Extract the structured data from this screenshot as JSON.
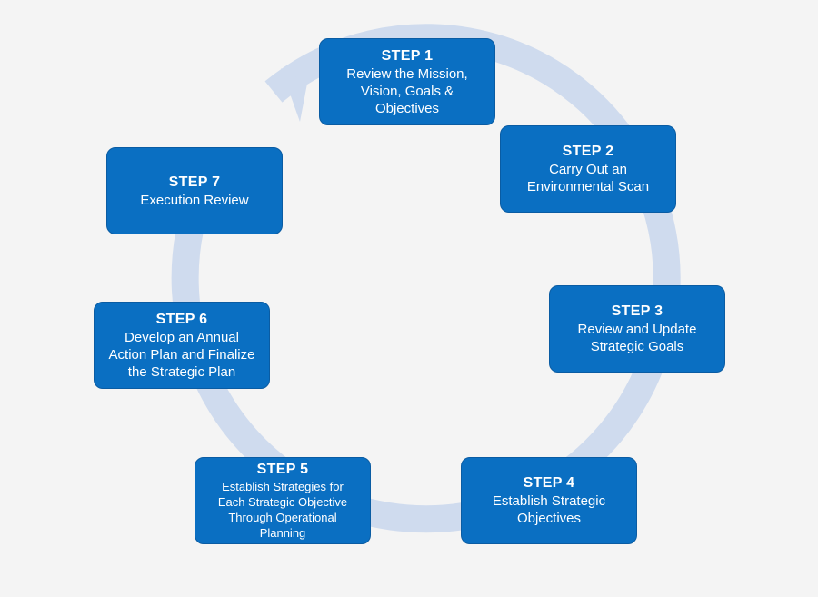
{
  "colors": {
    "background": "#f4f4f4",
    "step_box": "#0a6fc2",
    "ring": "#cfdbee"
  },
  "steps": [
    {
      "title": "STEP 1",
      "desc": "Review the Mission,\nVision, Goals &\nObjectives"
    },
    {
      "title": "STEP 2",
      "desc": "Carry Out an\nEnvironmental Scan"
    },
    {
      "title": "STEP 3",
      "desc": "Review and Update\nStrategic Goals"
    },
    {
      "title": "STEP 4",
      "desc": "Establish Strategic\nObjectives"
    },
    {
      "title": "STEP 5",
      "desc": "Establish Strategies for\nEach Strategic Objective\nThrough Operational\nPlanning"
    },
    {
      "title": "STEP 6",
      "desc": "Develop an Annual\nAction Plan and Finalize\nthe Strategic Plan"
    },
    {
      "title": "STEP 7",
      "desc": "Execution Review"
    }
  ]
}
